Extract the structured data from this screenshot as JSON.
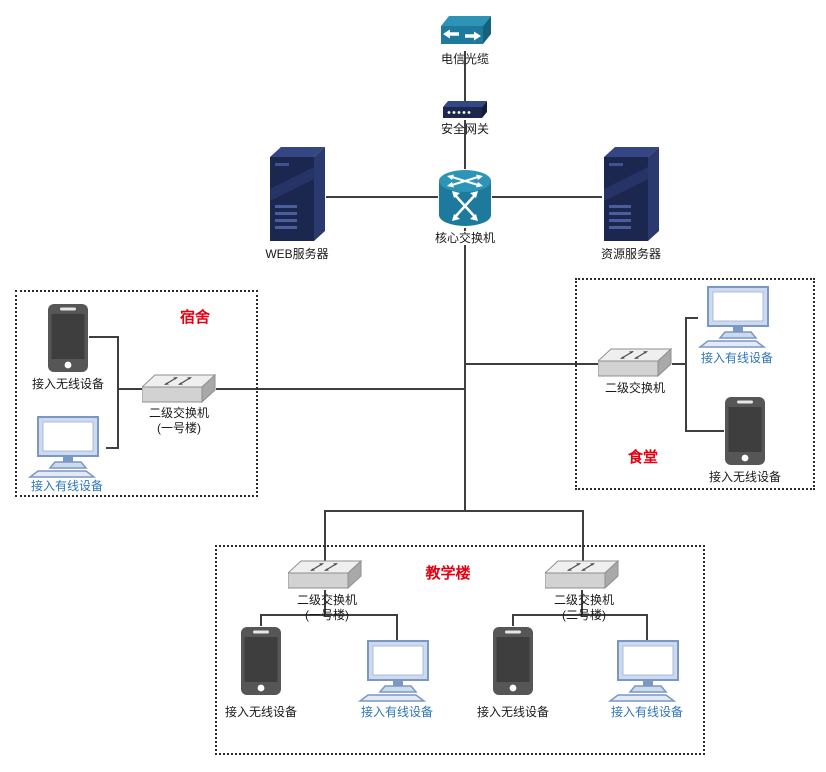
{
  "colors": {
    "zone_title": "#e60012",
    "wired_label": "#2e75b6",
    "line": "#3f3f3f",
    "teal": "#1d7a9c",
    "navy": "#1c2750"
  },
  "backbone": {
    "telecom_cable_label": "电信光缆",
    "security_gateway_label": "安全网关",
    "core_switch_label": "核心交换机",
    "web_server_label": "WEB服务器",
    "resource_server_label": "资源服务器"
  },
  "zones": {
    "dorm": {
      "title": "宿舍",
      "wireless_device_label": "接入无线设备",
      "switch_label": "二级交换机",
      "switch_building": "(一号楼)",
      "wired_device_label": "接入有线设备"
    },
    "canteen": {
      "title": "食堂",
      "wired_device_label": "接入有线设备",
      "switch_label": "二级交换机",
      "wireless_device_label": "接入无线设备"
    },
    "teaching": {
      "title": "教学楼",
      "switch1_label": "二级交换机",
      "switch1_building": "(一号楼)",
      "switch2_label": "二级交换机",
      "switch2_building": "(二号楼)",
      "wireless_device1_label": "接入无线设备",
      "wired_device1_label": "接入有线设备",
      "wireless_device2_label": "接入无线设备",
      "wired_device2_label": "接入有线设备"
    }
  }
}
